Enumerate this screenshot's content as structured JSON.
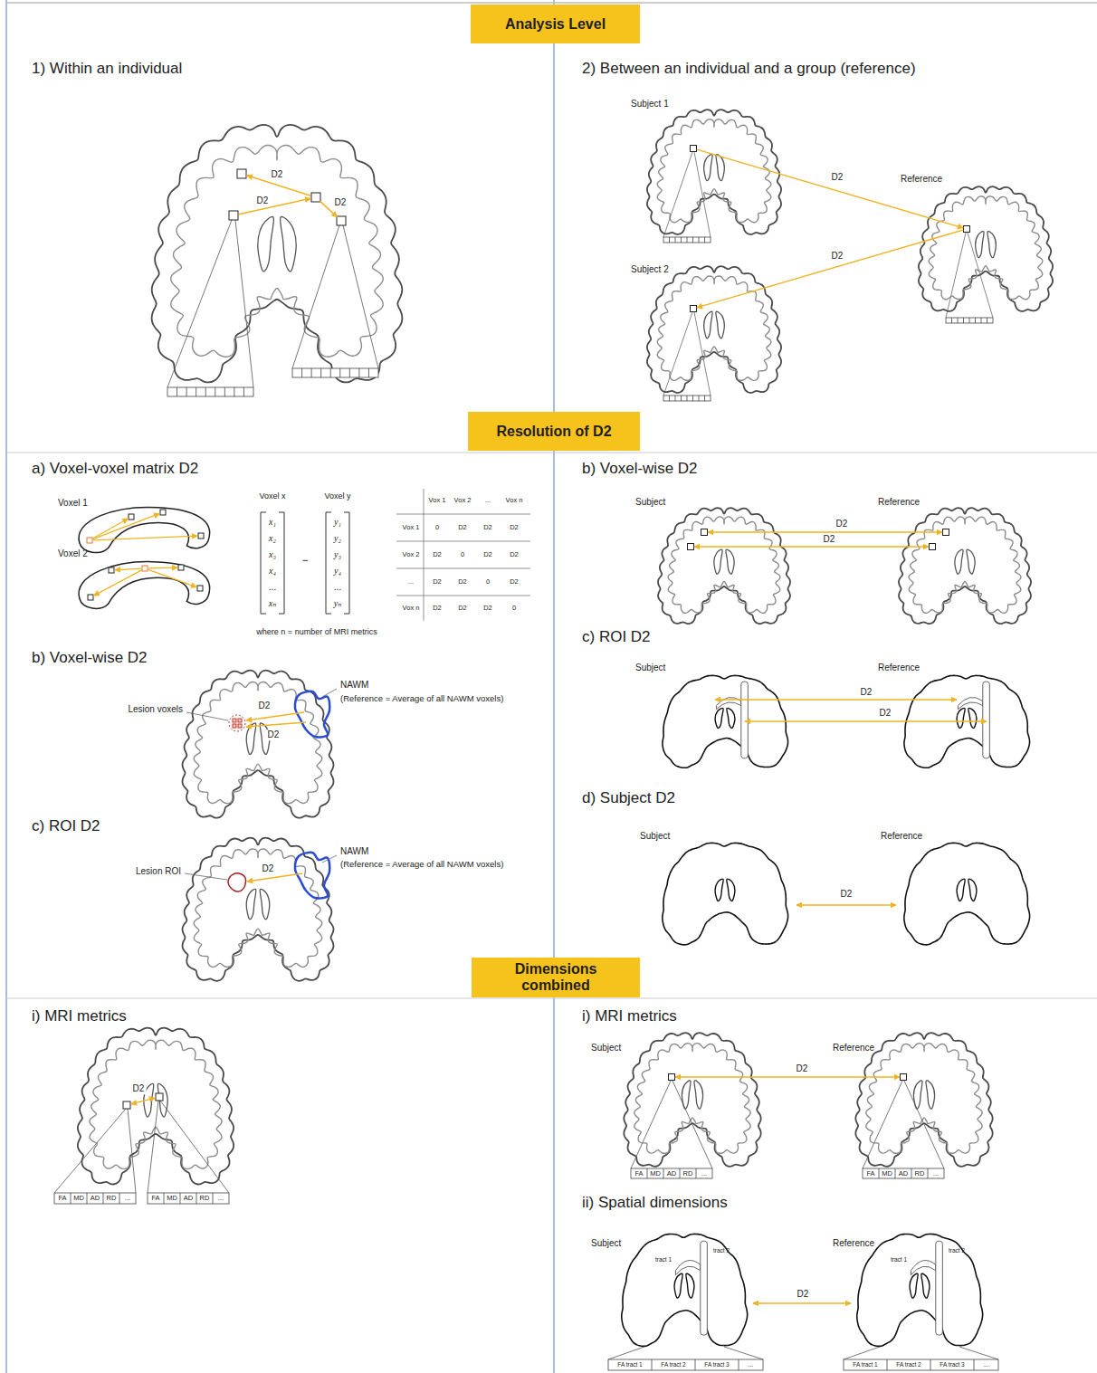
{
  "diagram": {
    "nodes": [
      {
        "text": [
          "Analysis Level"
        ]
      },
      {
        "text": [
          "Resolution of D2"
        ]
      },
      {
        "text": [
          "Dimensions combined"
        ]
      }
    ],
    "labels": [
      "1) Within an individual",
      "D2",
      "D2",
      "D2",
      "2) Between an individual and a group (reference)",
      "Subject 1",
      "D2",
      "Reference",
      "Subject 2",
      "D2",
      "a) Voxel-voxel matrix D2",
      "Voxel 1",
      "Voxel 2",
      "Voxel x",
      "Voxel y",
      "x₁",
      "x₂",
      "x₃",
      "x₄",
      "...",
      "xₙ",
      "−",
      "y₁",
      "y₂",
      "y₃",
      "y₄",
      "...",
      "yₙ",
      "where n = number of MRI metrics",
      "Vox 1",
      "Vox 2",
      "...",
      "Vox n",
      "Vox 1",
      "0",
      "D2",
      "D2",
      "D2",
      "Vox 2",
      "D2",
      "0",
      "D2",
      "D2",
      "...",
      "D2",
      "D2",
      "0",
      "D2",
      "Vox n",
      "D2",
      "D2",
      "D2",
      "0",
      "b) Voxel-wise D2",
      "Lesion voxels",
      "D2",
      "D2",
      "NAWM",
      "(Reference = Average of all NAWM voxels)",
      "c) ROI D2",
      "Lesion ROI",
      "D2",
      "NAWM",
      "(Reference = Average of all NAWM voxels)",
      "b) Voxel-wise D2",
      "Subject",
      "Reference",
      "D2",
      "D2",
      "c) ROI D2",
      "Subject",
      "Reference",
      "D2",
      "D2",
      "d) Subject D2",
      "Subject",
      "Reference",
      "D2",
      "i) MRI metrics",
      "D2",
      "FA",
      "MD",
      "AD",
      "RD",
      "...",
      "FA",
      "MD",
      "AD",
      "RD",
      "...",
      "i) MRI metrics",
      "Subject",
      "Reference",
      "D2",
      "FA",
      "MD",
      "AD",
      "RD",
      "...",
      "FA",
      "MD",
      "AD",
      "RD",
      "...",
      "ii) Spatial dimensions",
      "Subject",
      "Reference",
      "tract 2",
      "tract 1",
      "tract 2",
      "tract 1",
      "D2",
      "FA tract 1",
      "FA tract 2",
      "FA tract 3",
      "...",
      "FA tract 1",
      "FA tract 2",
      "FA tract 3",
      "..."
    ]
  }
}
